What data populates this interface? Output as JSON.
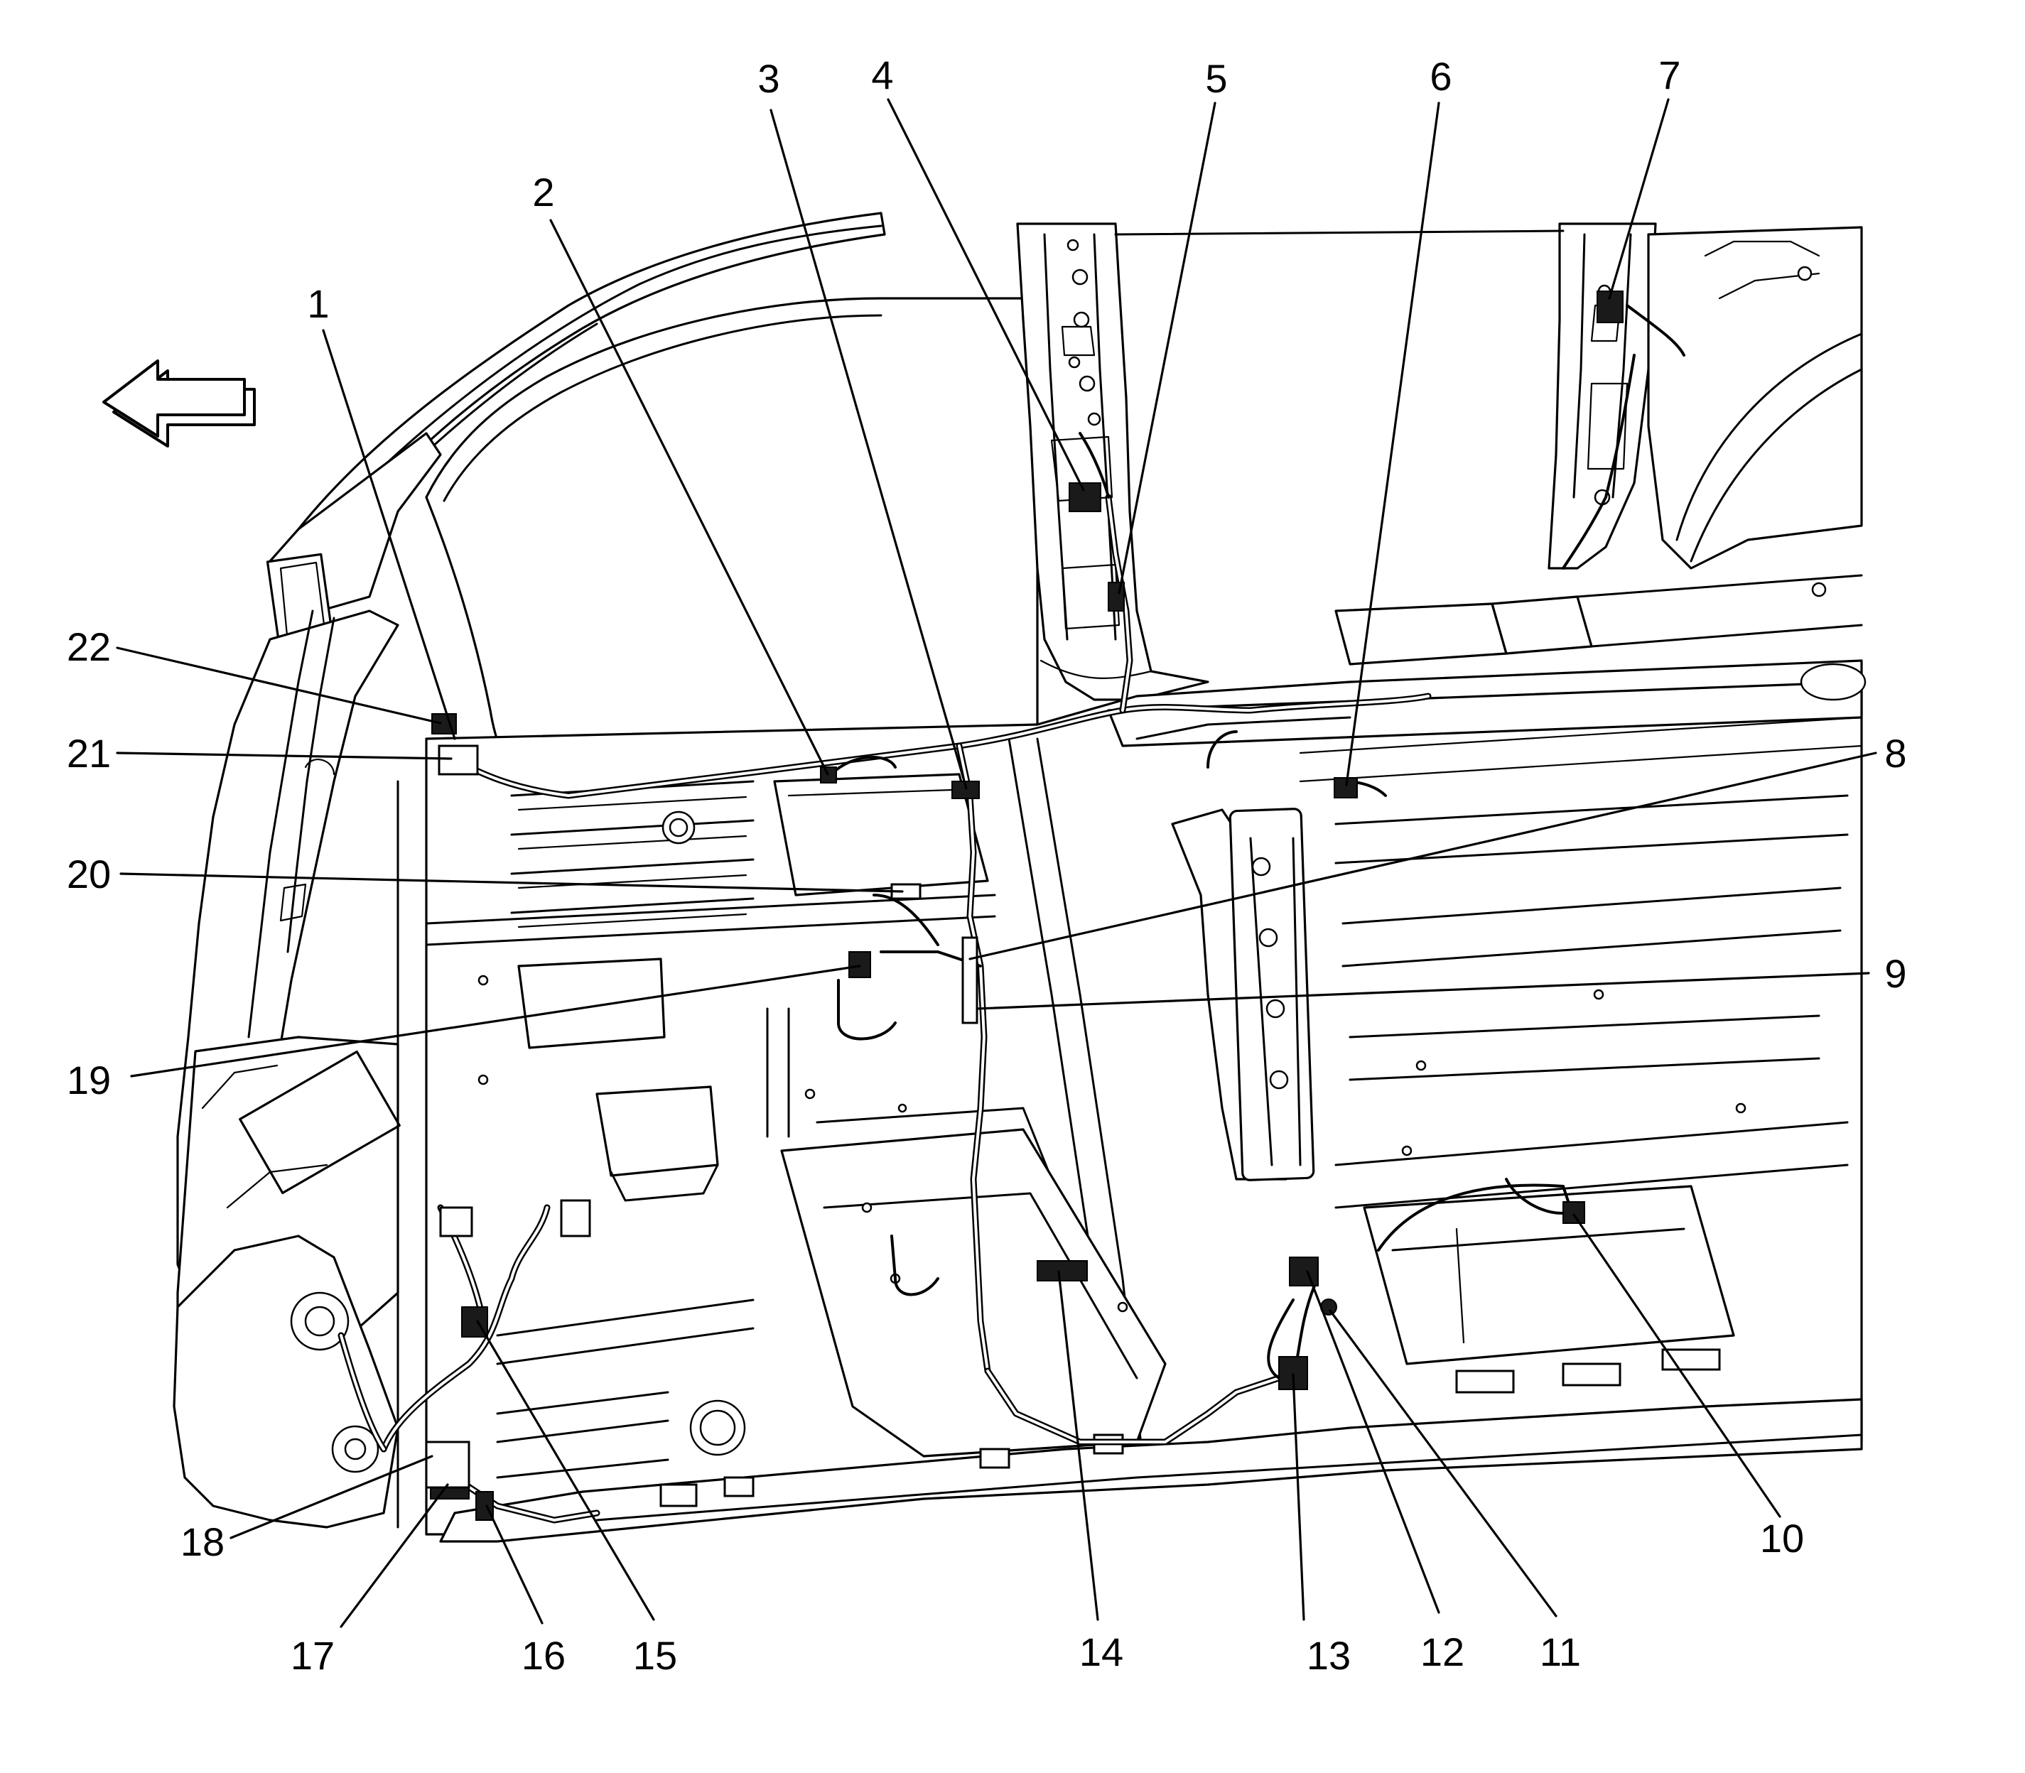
{
  "diagram": {
    "direction_arrow": "left-arrow-icon",
    "callouts": [
      {
        "id": "c1",
        "label": "1"
      },
      {
        "id": "c2",
        "label": "2"
      },
      {
        "id": "c3",
        "label": "3"
      },
      {
        "id": "c4",
        "label": "4"
      },
      {
        "id": "c5",
        "label": "5"
      },
      {
        "id": "c6",
        "label": "6"
      },
      {
        "id": "c7",
        "label": "7"
      },
      {
        "id": "c8",
        "label": "8"
      },
      {
        "id": "c9",
        "label": "9"
      },
      {
        "id": "c10",
        "label": "10"
      },
      {
        "id": "c11",
        "label": "11"
      },
      {
        "id": "c12",
        "label": "12"
      },
      {
        "id": "c13",
        "label": "13"
      },
      {
        "id": "c14",
        "label": "14"
      },
      {
        "id": "c15",
        "label": "15"
      },
      {
        "id": "c16",
        "label": "16"
      },
      {
        "id": "c17",
        "label": "17"
      },
      {
        "id": "c18",
        "label": "18"
      },
      {
        "id": "c19",
        "label": "19"
      },
      {
        "id": "c20",
        "label": "20"
      },
      {
        "id": "c21",
        "label": "21"
      },
      {
        "id": "c22",
        "label": "22"
      }
    ]
  }
}
